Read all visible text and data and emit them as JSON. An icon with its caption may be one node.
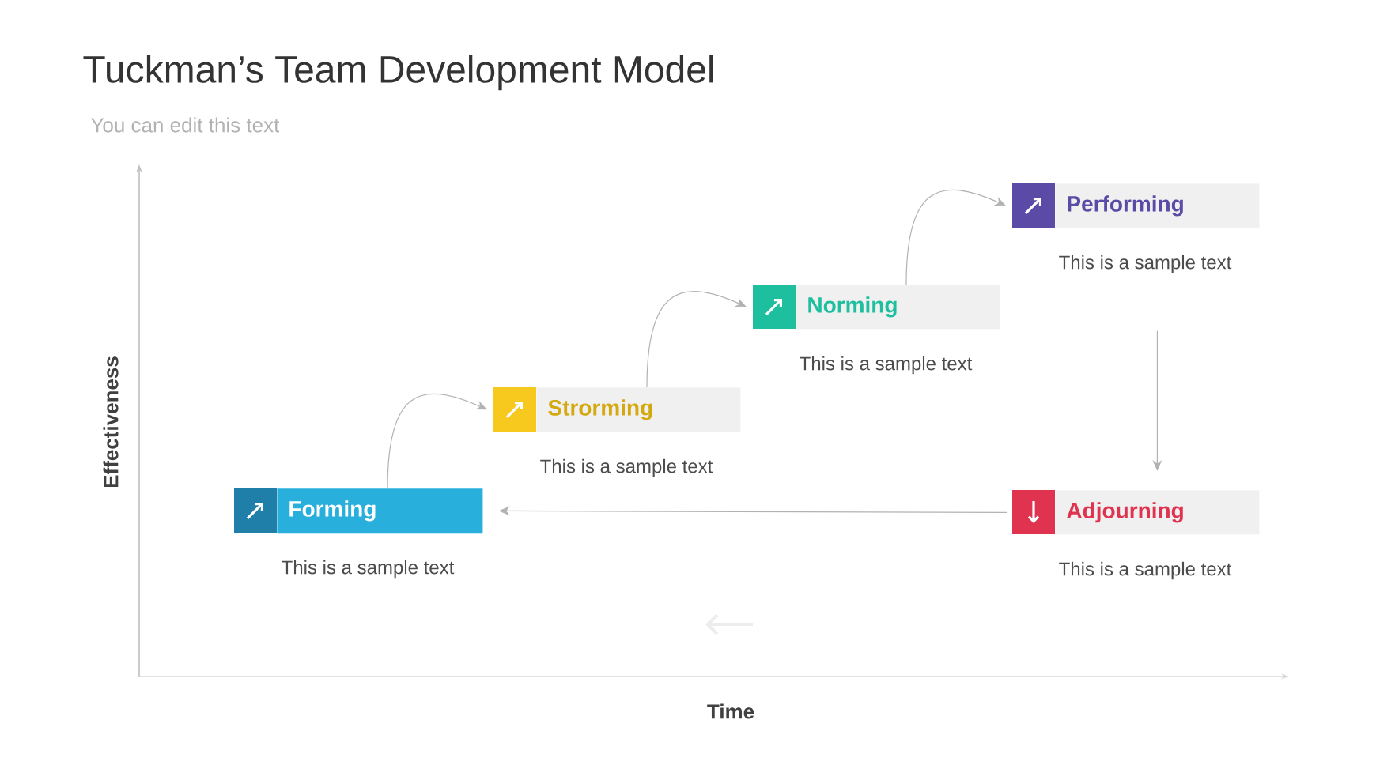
{
  "diagram": {
    "title": "Tuckman’s Team Development Model",
    "nodes": [
      {
        "text": [
          "Forming"
        ],
        "beside": [
          "This is a sample text"
        ]
      },
      {
        "text": [
          "Strorming"
        ],
        "beside": [
          "This is a sample text"
        ]
      },
      {
        "text": [
          "Norming"
        ],
        "beside": [
          "This is a sample text"
        ]
      },
      {
        "text": [
          "Performing"
        ],
        "beside": [
          "This is a sample text"
        ]
      },
      {
        "text": [
          "Adjourning"
        ],
        "beside": [
          "This is a sample text"
        ]
      }
    ],
    "edges": [
      {
        "from": 0,
        "to": 1,
        "arrow": "to"
      },
      {
        "from": 1,
        "to": 2,
        "arrow": "to"
      },
      {
        "from": 2,
        "to": 3,
        "arrow": "to"
      },
      {
        "from": 3,
        "to": 4,
        "arrow": "to"
      },
      {
        "from": 4,
        "to": 0,
        "arrow": "to"
      }
    ],
    "labels": [
      "You can edit this text",
      "Effectiveness",
      "Time"
    ]
  }
}
